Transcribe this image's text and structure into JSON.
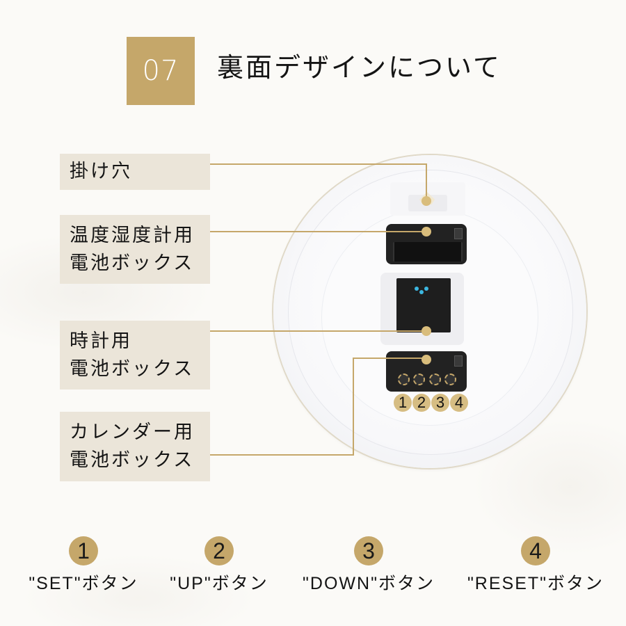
{
  "header": {
    "section_number": "07",
    "title": "裏面デザインについて"
  },
  "labels": [
    {
      "lines": [
        "掛け穴"
      ]
    },
    {
      "lines": [
        "温度湿度計用",
        "電池ボックス"
      ]
    },
    {
      "lines": [
        "時計用",
        "電池ボックス"
      ]
    },
    {
      "lines": [
        "カレンダー用",
        "電池ボックス"
      ]
    }
  ],
  "clock": {
    "button_numbers": [
      "1",
      "2",
      "3",
      "4"
    ]
  },
  "legend": [
    {
      "number": "1",
      "label": "\"SET\"ボタン"
    },
    {
      "number": "2",
      "label": "\"UP\"ボタン"
    },
    {
      "number": "3",
      "label": "\"DOWN\"ボタン"
    },
    {
      "number": "4",
      "label": "\"RESET\"ボタン"
    }
  ],
  "colors": {
    "accent_gold": "#c5a76a",
    "label_bg": "#ebe5d9",
    "background": "#fbfaf7"
  }
}
